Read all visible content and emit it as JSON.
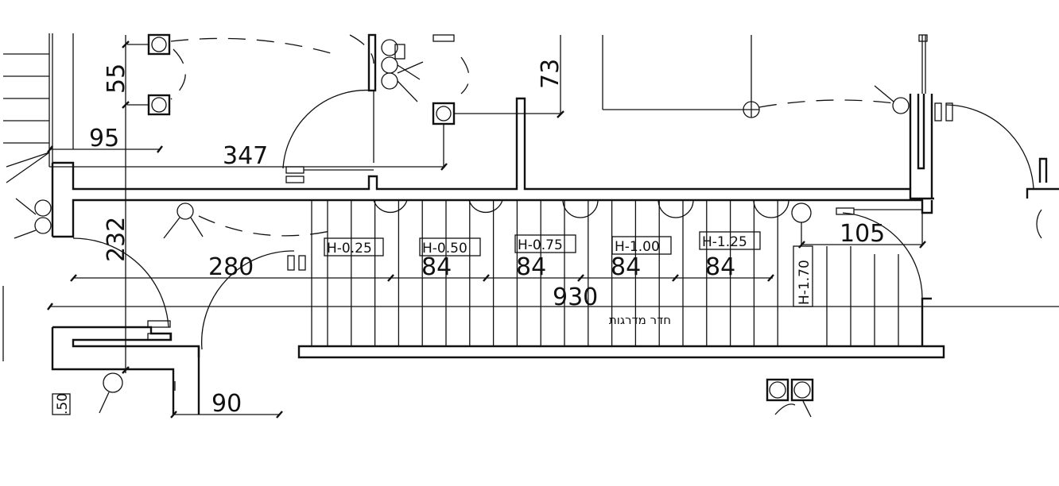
{
  "dimensions": {
    "d55": "55",
    "d95": "95",
    "d347": "347",
    "d73": "73",
    "d232": "232",
    "d280": "280",
    "d84_1": "84",
    "d84_2": "84",
    "d84_3": "84",
    "d84_4": "84",
    "d930": "930",
    "d105": "105",
    "d90": "90",
    "d50": ".50"
  },
  "levels": {
    "l1": "H-0.25",
    "l2": "H-0.50",
    "l3": "H-0.75",
    "l4": "H-1.00",
    "l5": "H-1.25",
    "l6": "H-1.70"
  },
  "rooms": {
    "stairwell": "חדר מדרגות"
  }
}
